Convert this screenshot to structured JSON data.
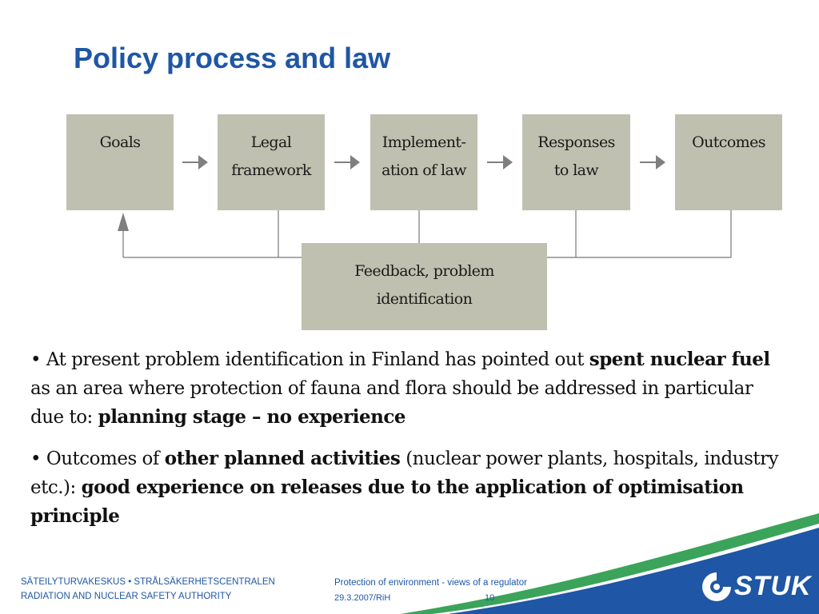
{
  "slide": {
    "title": "Policy process and law"
  },
  "diagram": {
    "boxes": [
      {
        "line1": "Goals",
        "line2": ""
      },
      {
        "line1": "Legal",
        "line2": "framework"
      },
      {
        "line1": "Implement-",
        "line2": "ation of law"
      },
      {
        "line1": "Responses",
        "line2": "to law"
      },
      {
        "line1": "Outcomes",
        "line2": ""
      }
    ],
    "feedback": {
      "line1": "Feedback, problem",
      "line2": "identification"
    }
  },
  "bullets": {
    "b1": {
      "t1": "• At present problem identification in Finland has pointed out ",
      "t2": "spent nuclear fuel",
      "t3": " as an area where protection of fauna and flora should be addressed in particular due to: ",
      "t4": "planning stage – no experience"
    },
    "b2": {
      "t1": "•  Outcomes of ",
      "t2": "other planned activities",
      "t3": " (nuclear power plants, hospitals, industry etc.): ",
      "t4": "good experience on releases due to the application of optimisation principle"
    }
  },
  "footer": {
    "org_fi": "SÄTEILYTURVAKESKUS • STRÅLSÄKERHETSCENTRALEN",
    "org_en": "RADIATION AND NUCLEAR SAFETY AUTHORITY",
    "topic": "Protection of environment - views of a regulator",
    "date": "29.3.2007/RiH",
    "page": "10",
    "logo_text": "STUK"
  },
  "colors": {
    "title": "#1F56A5",
    "box": "#BFC0AF",
    "wave_green": "#3BA35A",
    "wave_blue": "#1F56A5"
  }
}
